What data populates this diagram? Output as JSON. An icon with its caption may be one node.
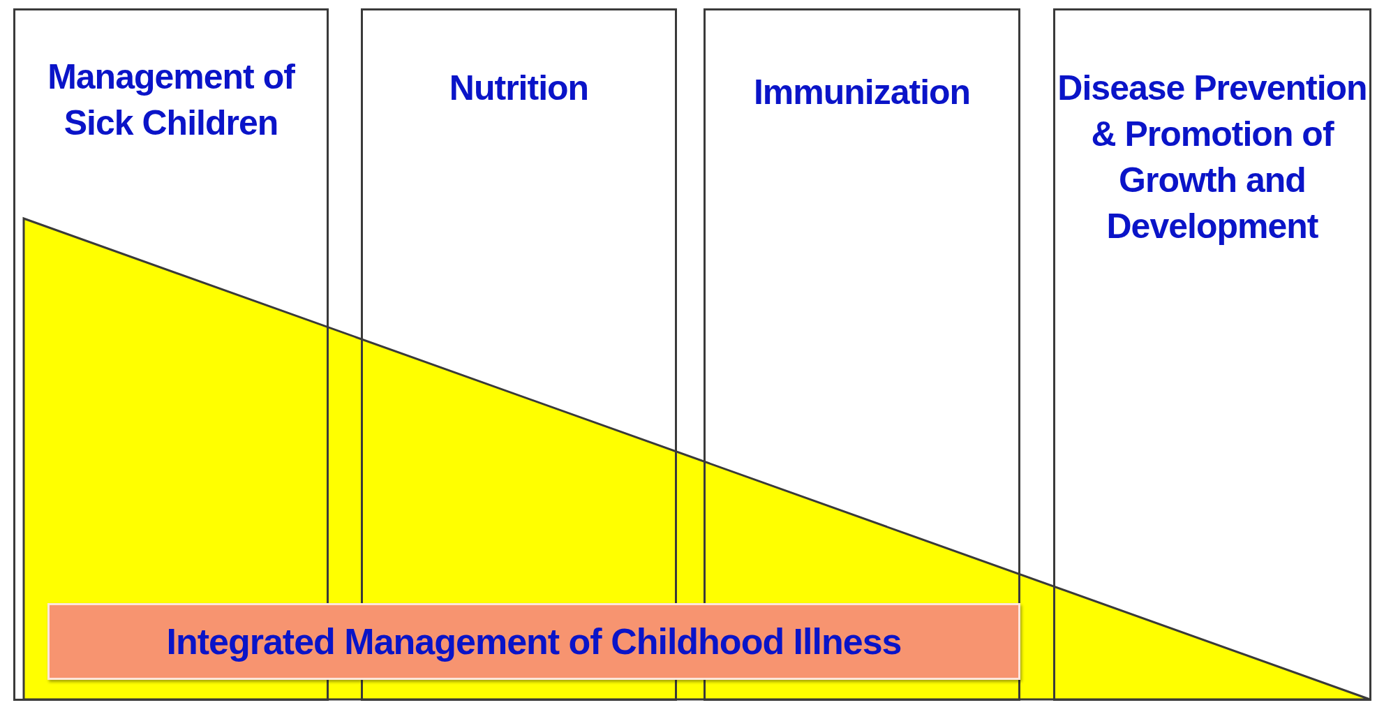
{
  "diagram": {
    "nodes": [
      {
        "text": [
          "Management of Sick Children"
        ]
      },
      {
        "text": [
          "Nutrition"
        ]
      },
      {
        "text": [
          "Immunization"
        ]
      },
      {
        "text": [
          "Disease Prevention & Promotion of Growth and Development"
        ]
      },
      {
        "text": [
          "Integrated Management of Childhood Illness"
        ]
      }
    ]
  }
}
